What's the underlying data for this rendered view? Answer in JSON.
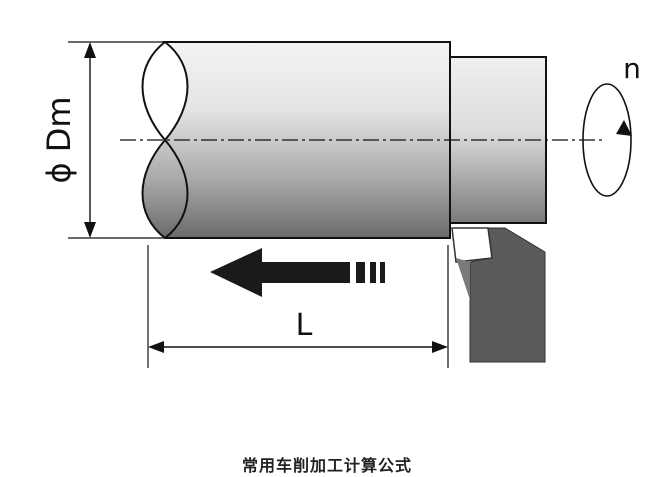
{
  "diagram": {
    "labels": {
      "diameter": "ϕ Dm",
      "length": "L",
      "rotation": "n"
    }
  },
  "caption": "常用车削加工计算公式",
  "colors": {
    "stroke": "#111111",
    "workpiece_light": "#f2f2f2",
    "workpiece_dark": "#6e6e6e",
    "tool": "#5a5a5a",
    "feed_arrow": "#1a1a1a"
  }
}
